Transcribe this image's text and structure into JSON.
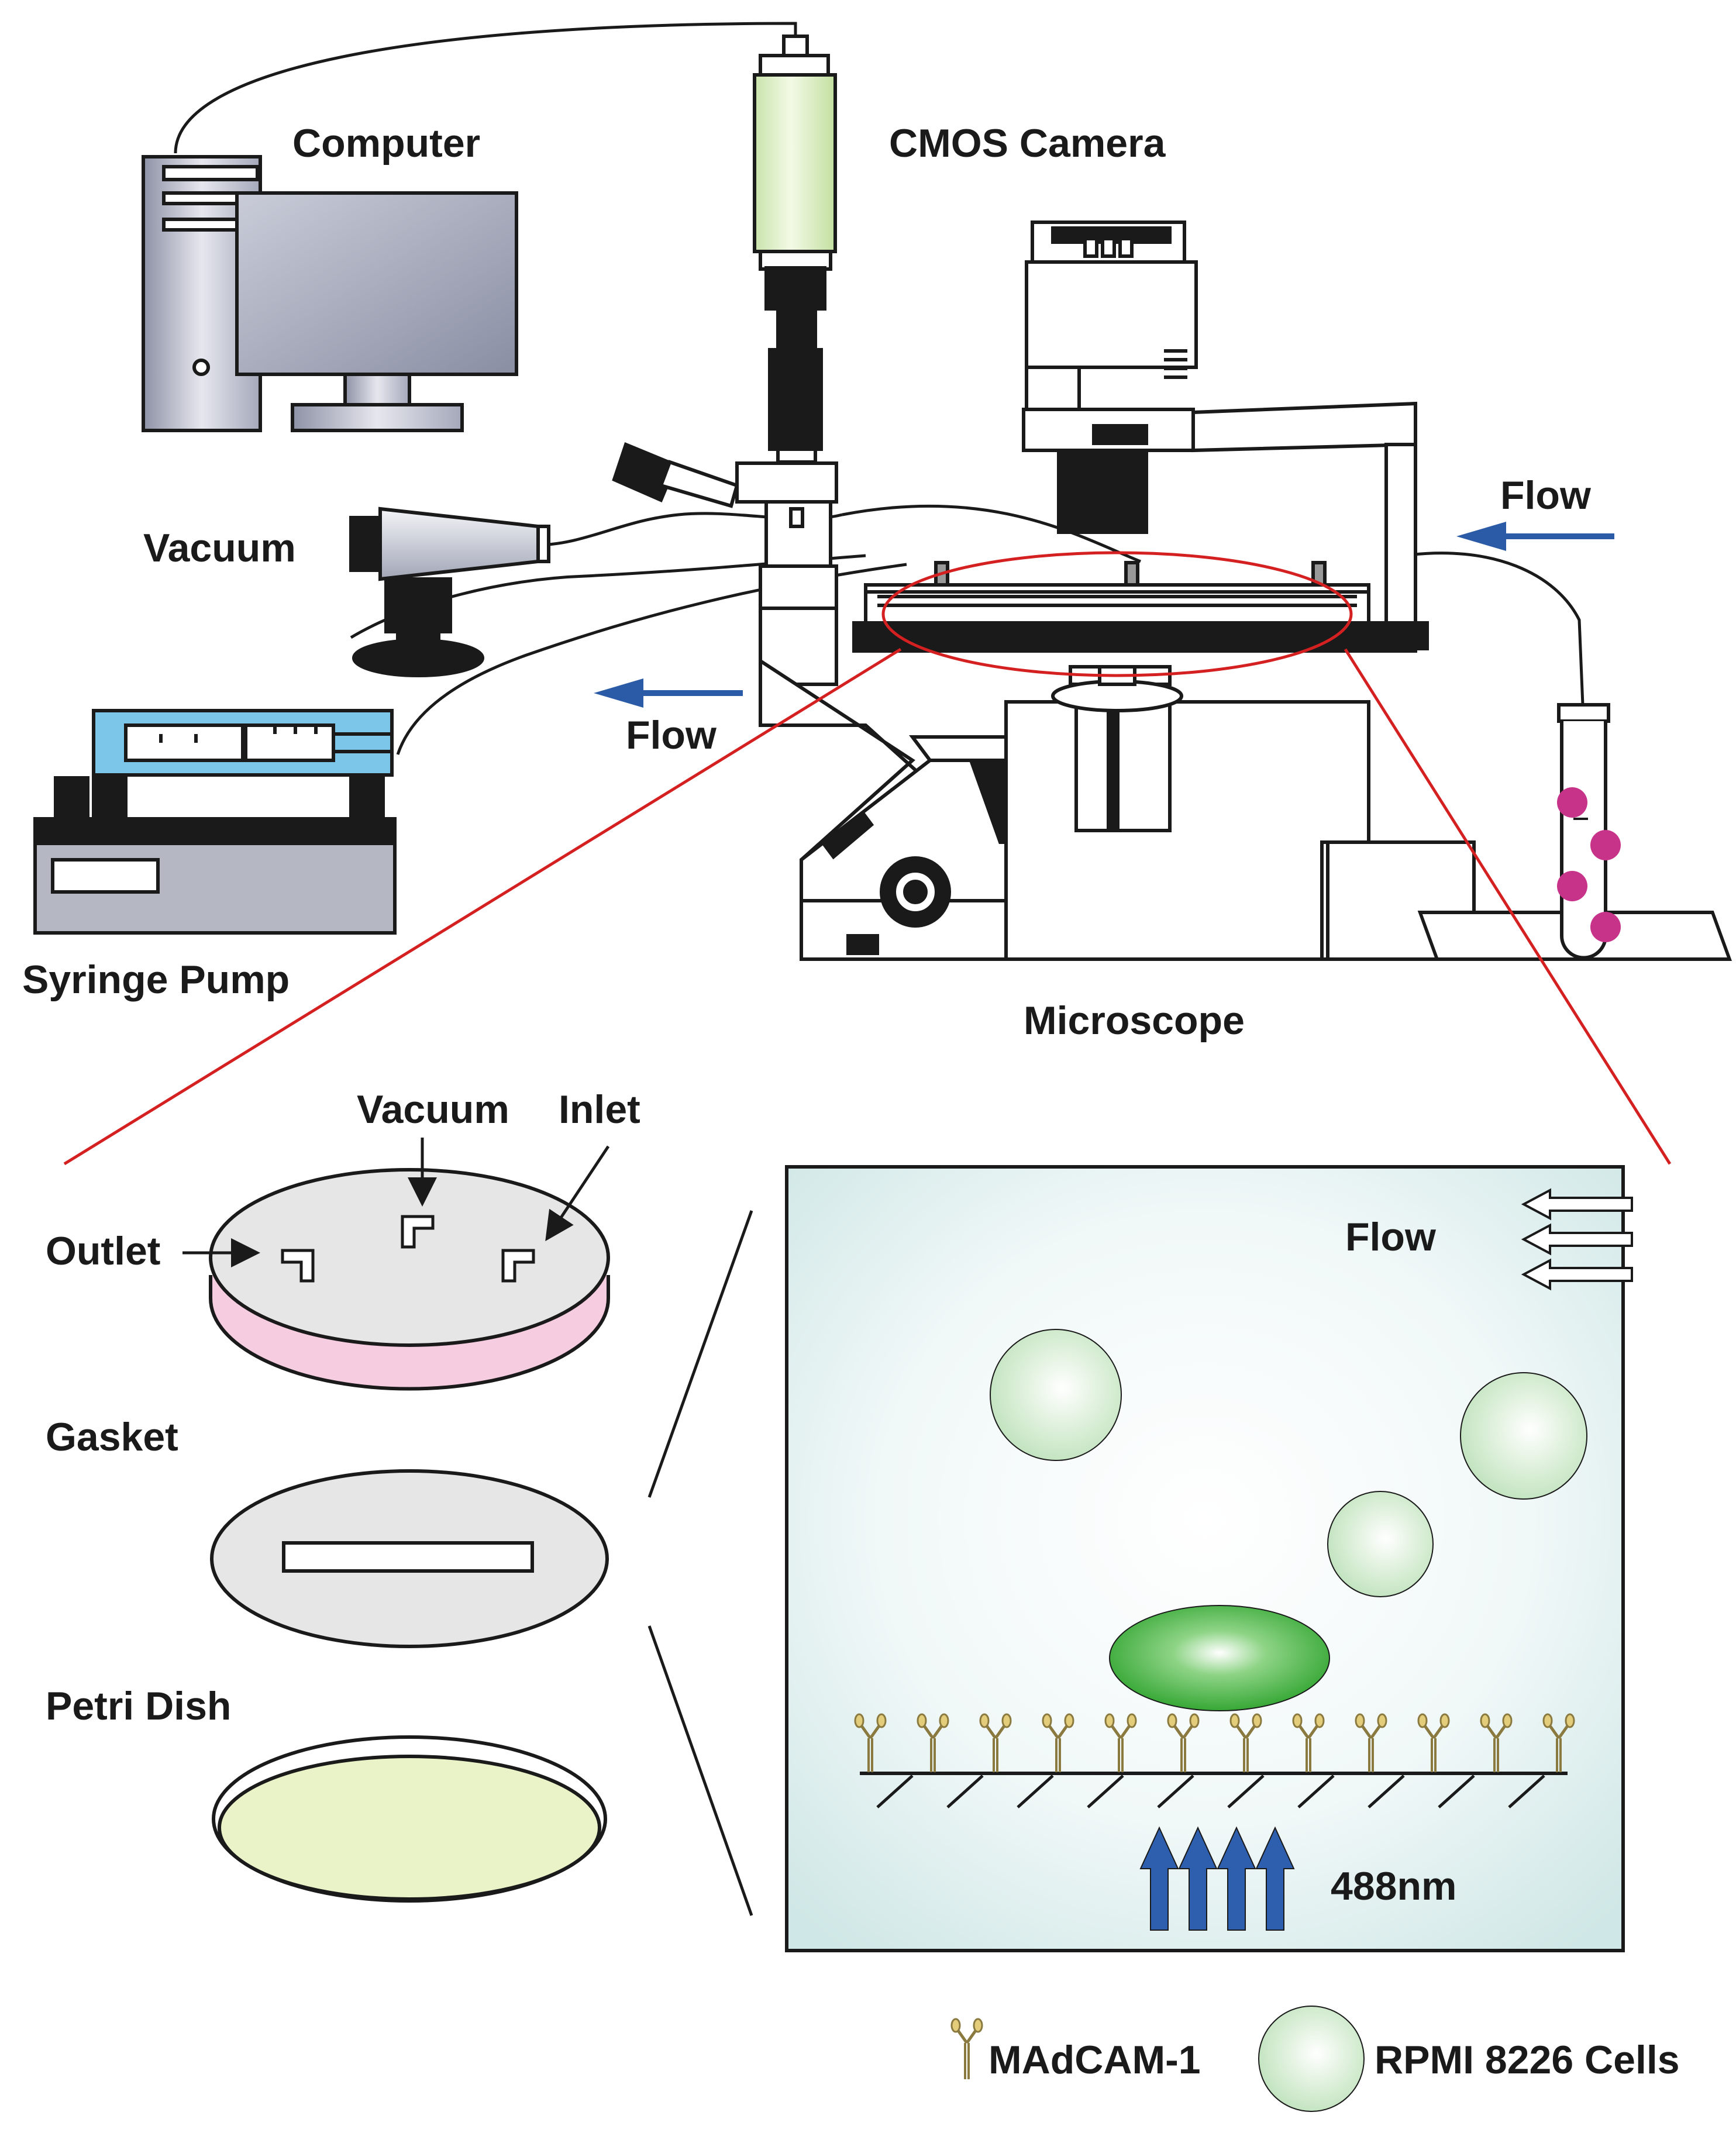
{
  "labels": {
    "computer": "Computer",
    "cmos_camera": "CMOS Camera",
    "vacuum_top": "Vacuum",
    "flow_right": "Flow",
    "flow_left": "Flow",
    "syringe_pump": "Syringe Pump",
    "microscope": "Microscope",
    "vacuum_port": "Vacuum",
    "inlet": "Inlet",
    "outlet": "Outlet",
    "gasket": "Gasket",
    "petri_dish": "Petri Dish",
    "flow_chamber": "Flow",
    "laser": "488nm"
  },
  "legend": {
    "madcam": "MAdCAM-1",
    "rpmi": "RPMI 8226 Cells"
  },
  "colors": {
    "outline": "#1a1a1a",
    "flow_arrow": "#2b5aa6",
    "zoom_ellipse": "#d42020",
    "camera_body": "#dcefc6",
    "computer_body": "#b4b8c8",
    "pump_blue": "#7cc6ea",
    "petri_fill": "#eaf3c8",
    "top_plate_pink": "#f6cde0",
    "chamber_bg": "#dcefee",
    "cell_green": "#c4e6c2",
    "bound_cell": "#3fb33a",
    "laser_arrow": "#2e5fae",
    "antibody": "#d8c070",
    "tube_cells": "#c8338a"
  }
}
